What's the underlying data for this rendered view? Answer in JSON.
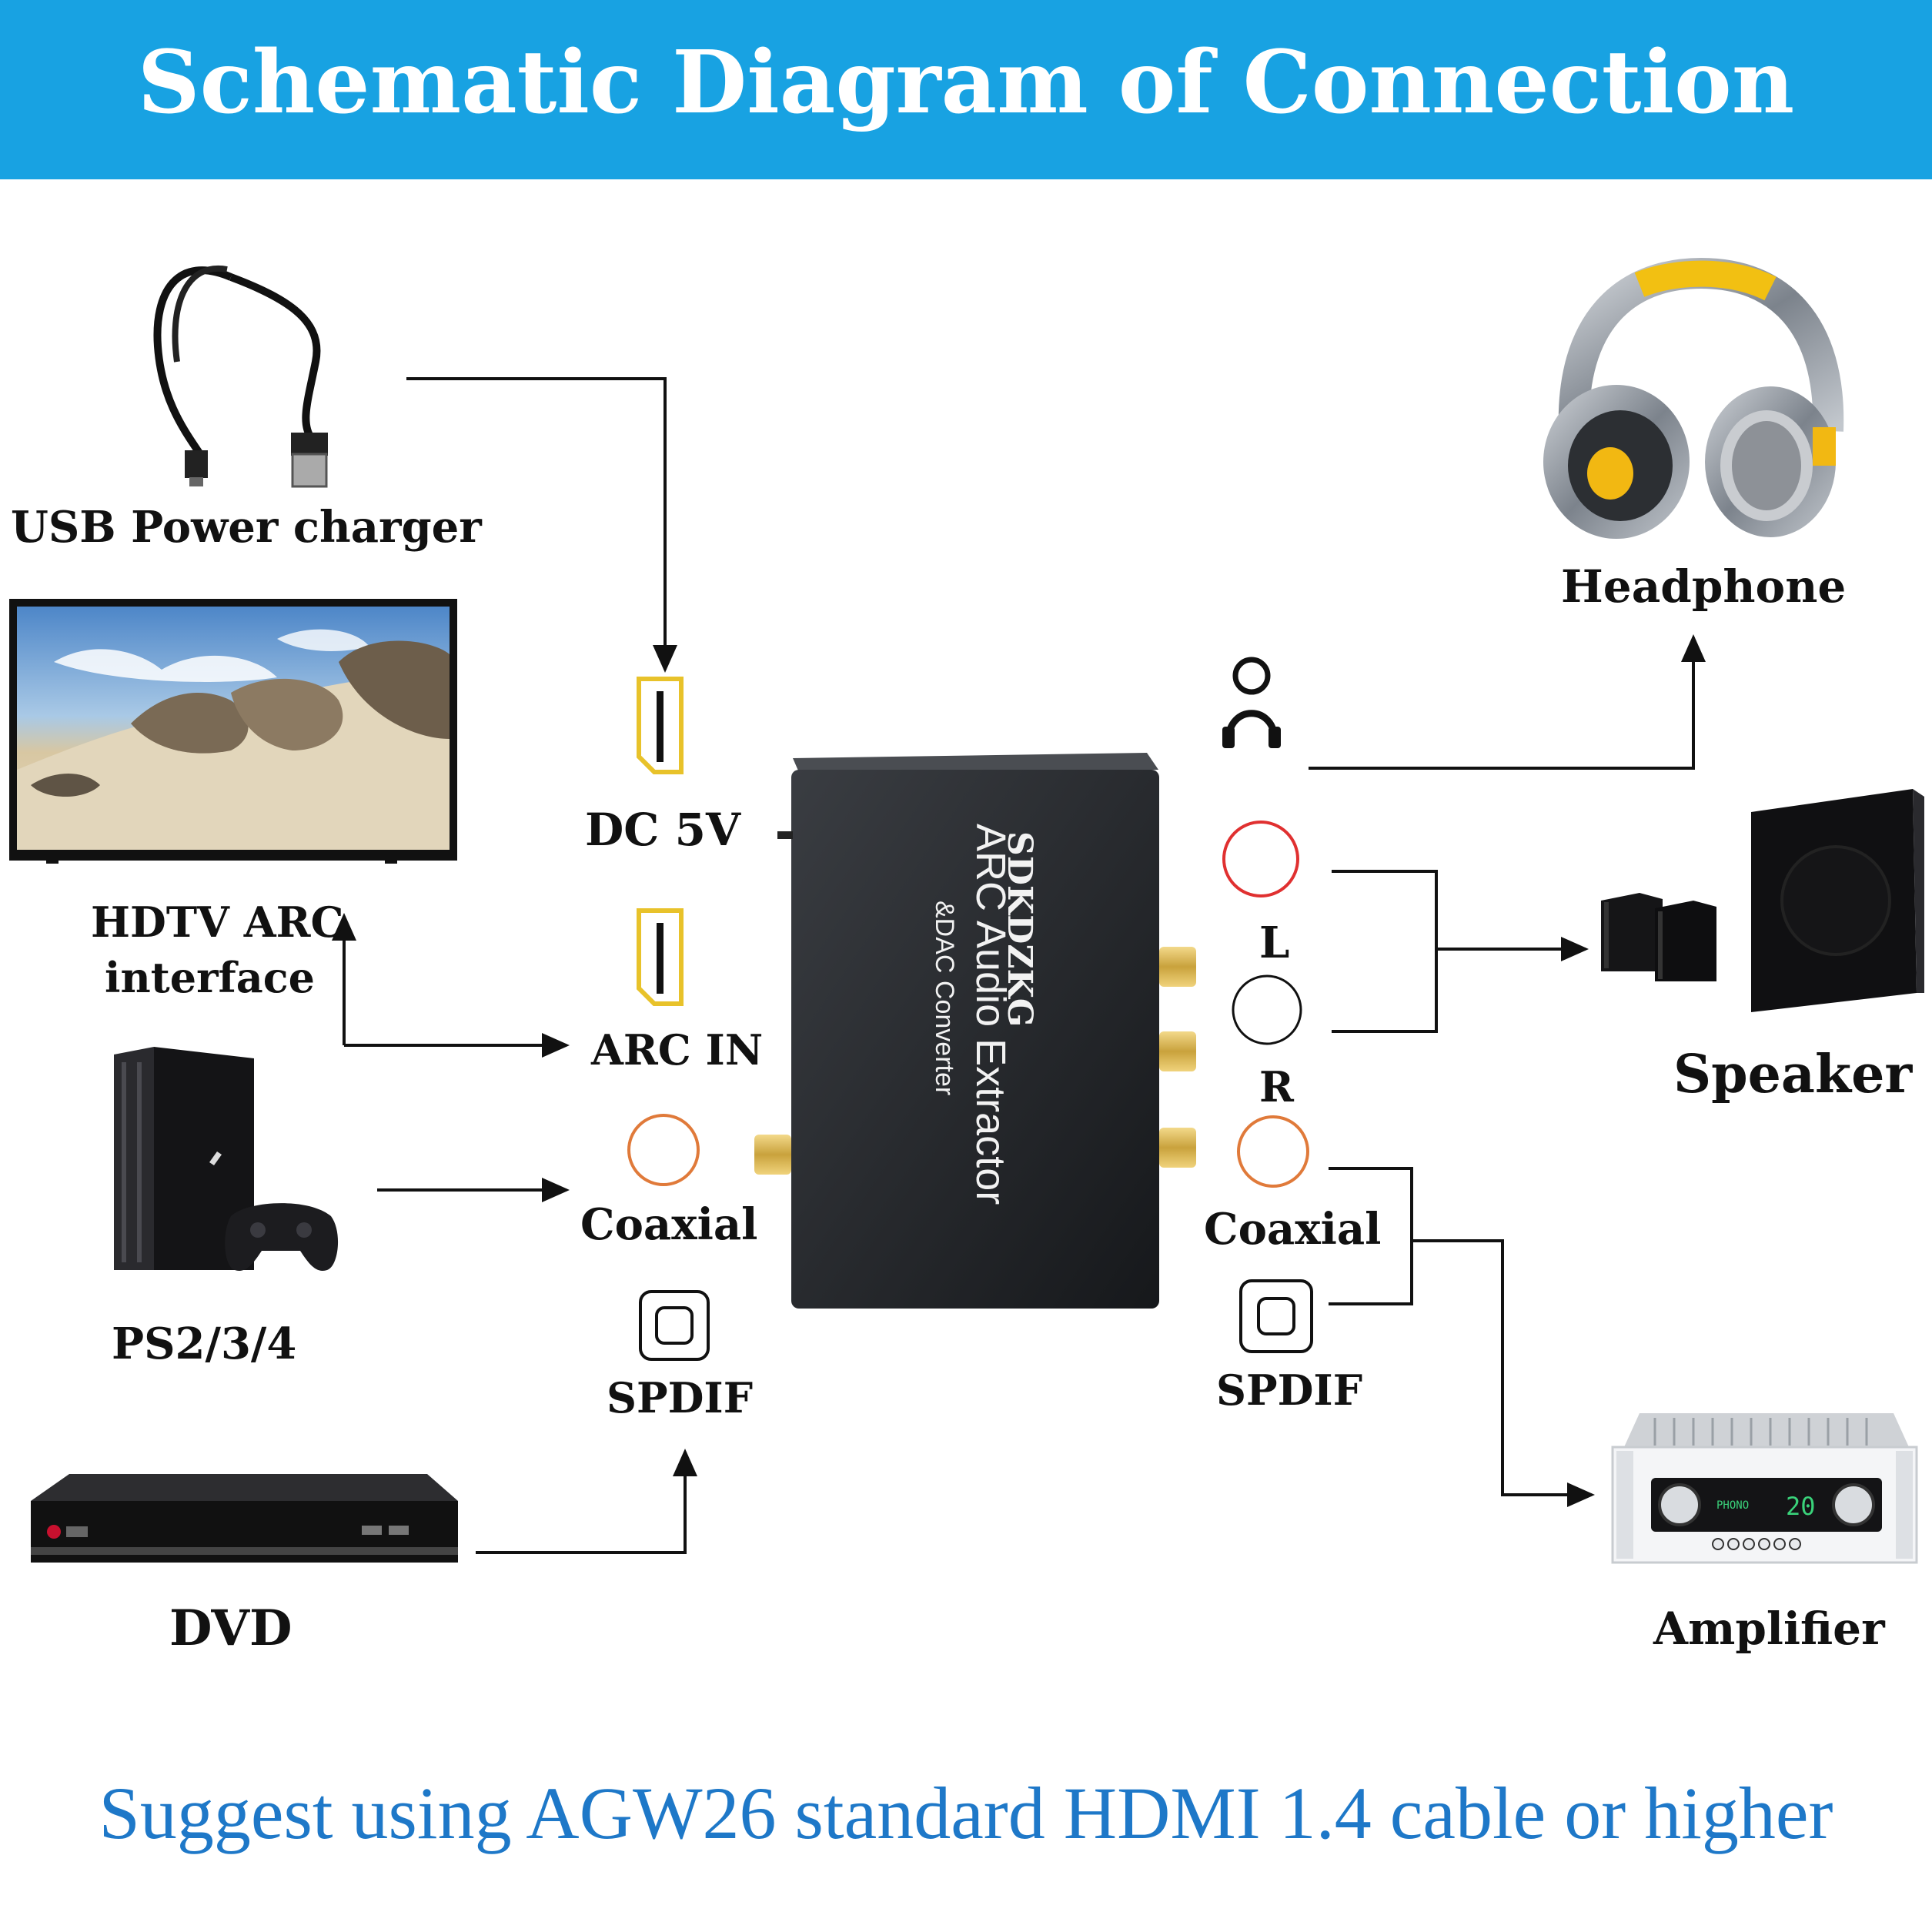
{
  "header": {
    "title": "Schematic Diagram of Connection Method"
  },
  "sources": {
    "usb": "USB Power charger",
    "hdtv_line1": "HDTV ARC",
    "hdtv_line2": "interface",
    "ps": "PS2/3/4",
    "dvd": "DVD"
  },
  "inputs": {
    "dc": "DC 5V",
    "arc": "ARC IN",
    "coaxial": "Coaxial",
    "spdif": "SPDIF"
  },
  "device": {
    "brand": "SDKDZKG",
    "name": "ARC Audio Extractor",
    "subname": "&DAC Converter"
  },
  "outputs": {
    "left": "L",
    "right": "R",
    "coaxial": "Coaxial",
    "spdif": "SPDIF"
  },
  "destinations": {
    "headphone": "Headphone",
    "speaker": "Speaker",
    "amplifier": "Amplifier"
  },
  "amp_display": {
    "mode": "PHONO",
    "value": "20"
  },
  "footer": {
    "note": "Suggest using AGW26 standard HDMI 1.4 cable or higher"
  },
  "colors": {
    "banner": "#18a2e2",
    "footer_text": "#1e78c8",
    "coaxial_ring": "#e07a3a",
    "left_ring": "#e03030",
    "hdmi_port": "#e8c22a"
  }
}
